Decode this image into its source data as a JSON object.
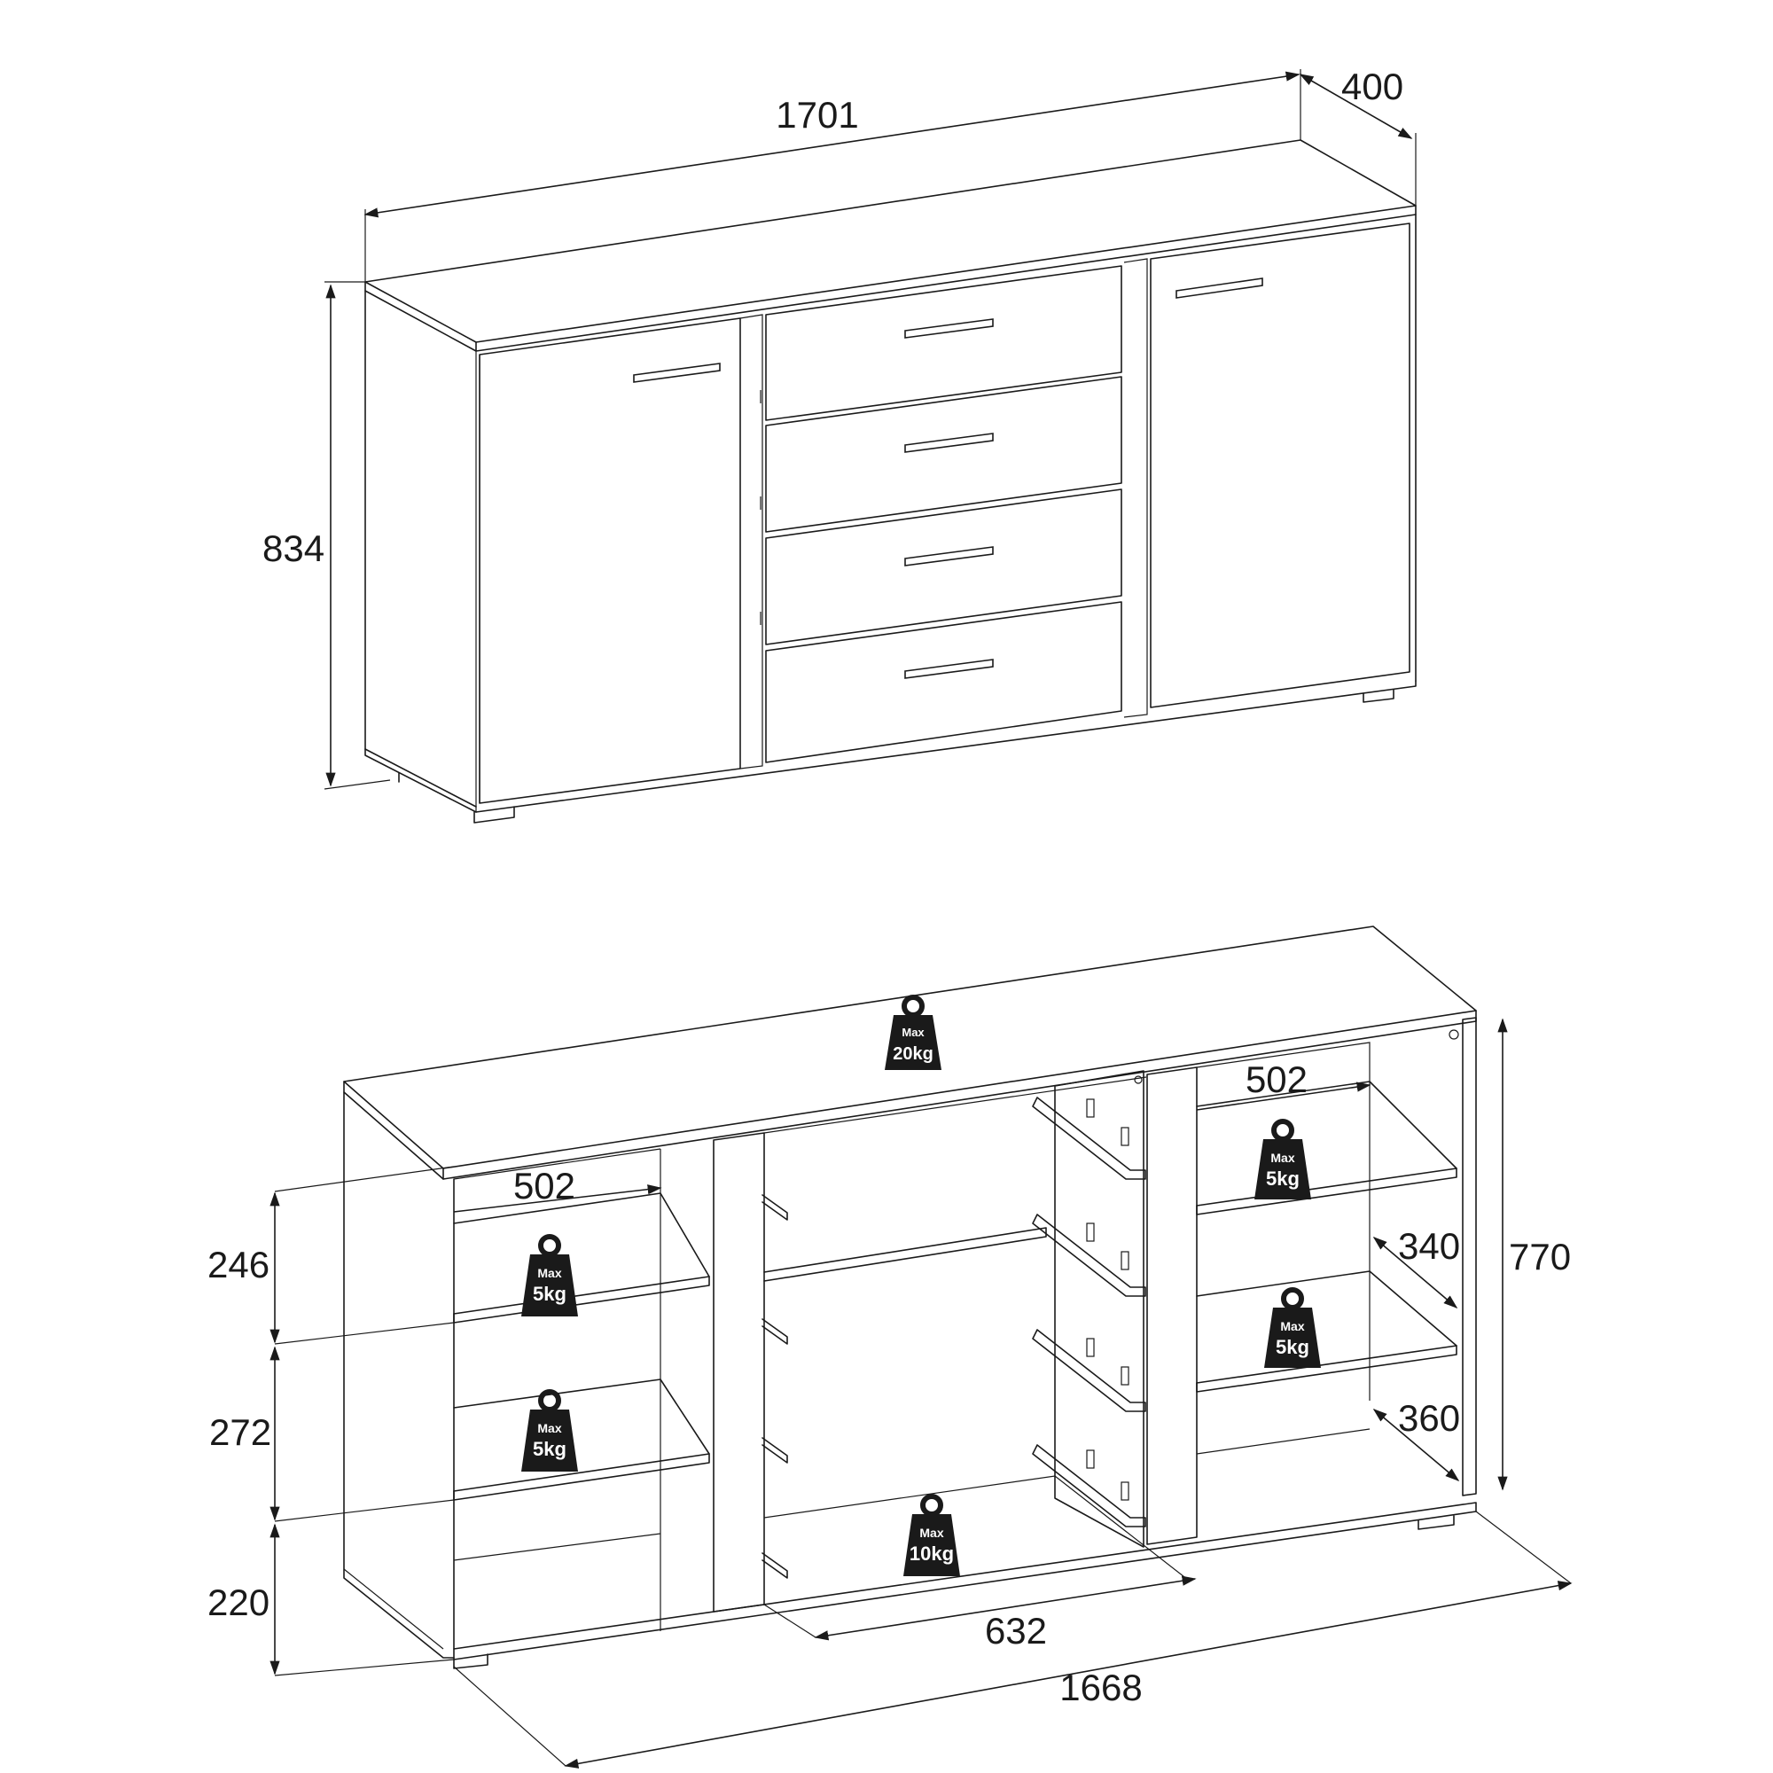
{
  "diagram": {
    "closed_view": {
      "width": "1701",
      "depth": "400",
      "height": "834"
    },
    "open_view": {
      "left_shelf_depth": "502",
      "right_shelf_depth": "502",
      "compartment_heights": [
        "246",
        "272",
        "220"
      ],
      "inner_height": "770",
      "right_upper_height": "340",
      "right_lower_height": "360",
      "center_width": "632",
      "inner_width": "1668"
    },
    "load_limits": {
      "top": {
        "max": "Max",
        "load": "20kg"
      },
      "left_upper": {
        "max": "Max",
        "load": "5kg"
      },
      "left_lower": {
        "max": "Max",
        "load": "5kg"
      },
      "right_upper": {
        "max": "Max",
        "load": "5kg"
      },
      "right_lower": {
        "max": "Max",
        "load": "5kg"
      },
      "bottom_center": {
        "max": "Max",
        "load": "10kg"
      }
    }
  }
}
